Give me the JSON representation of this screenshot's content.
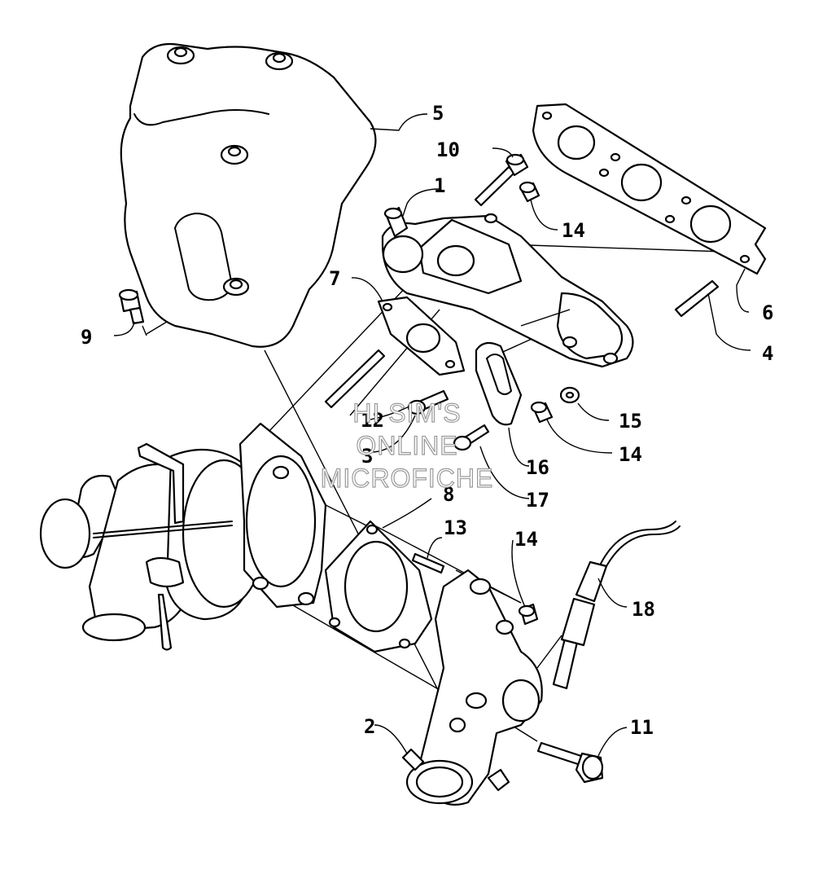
{
  "watermark": {
    "line1": "HI SIM'S",
    "line2": "ONLINE",
    "line3": "MICROFICHE"
  },
  "callouts": {
    "c1": "1",
    "c2": "2",
    "c3": "3",
    "c4": "4",
    "c5": "5",
    "c6": "6",
    "c7": "7",
    "c8": "8",
    "c9": "9",
    "c10": "10",
    "c11": "11",
    "c12": "12",
    "c13": "13",
    "c14a": "14",
    "c14b": "14",
    "c14c": "14",
    "c15": "15",
    "c16": "16",
    "c17": "17",
    "c18": "18"
  }
}
